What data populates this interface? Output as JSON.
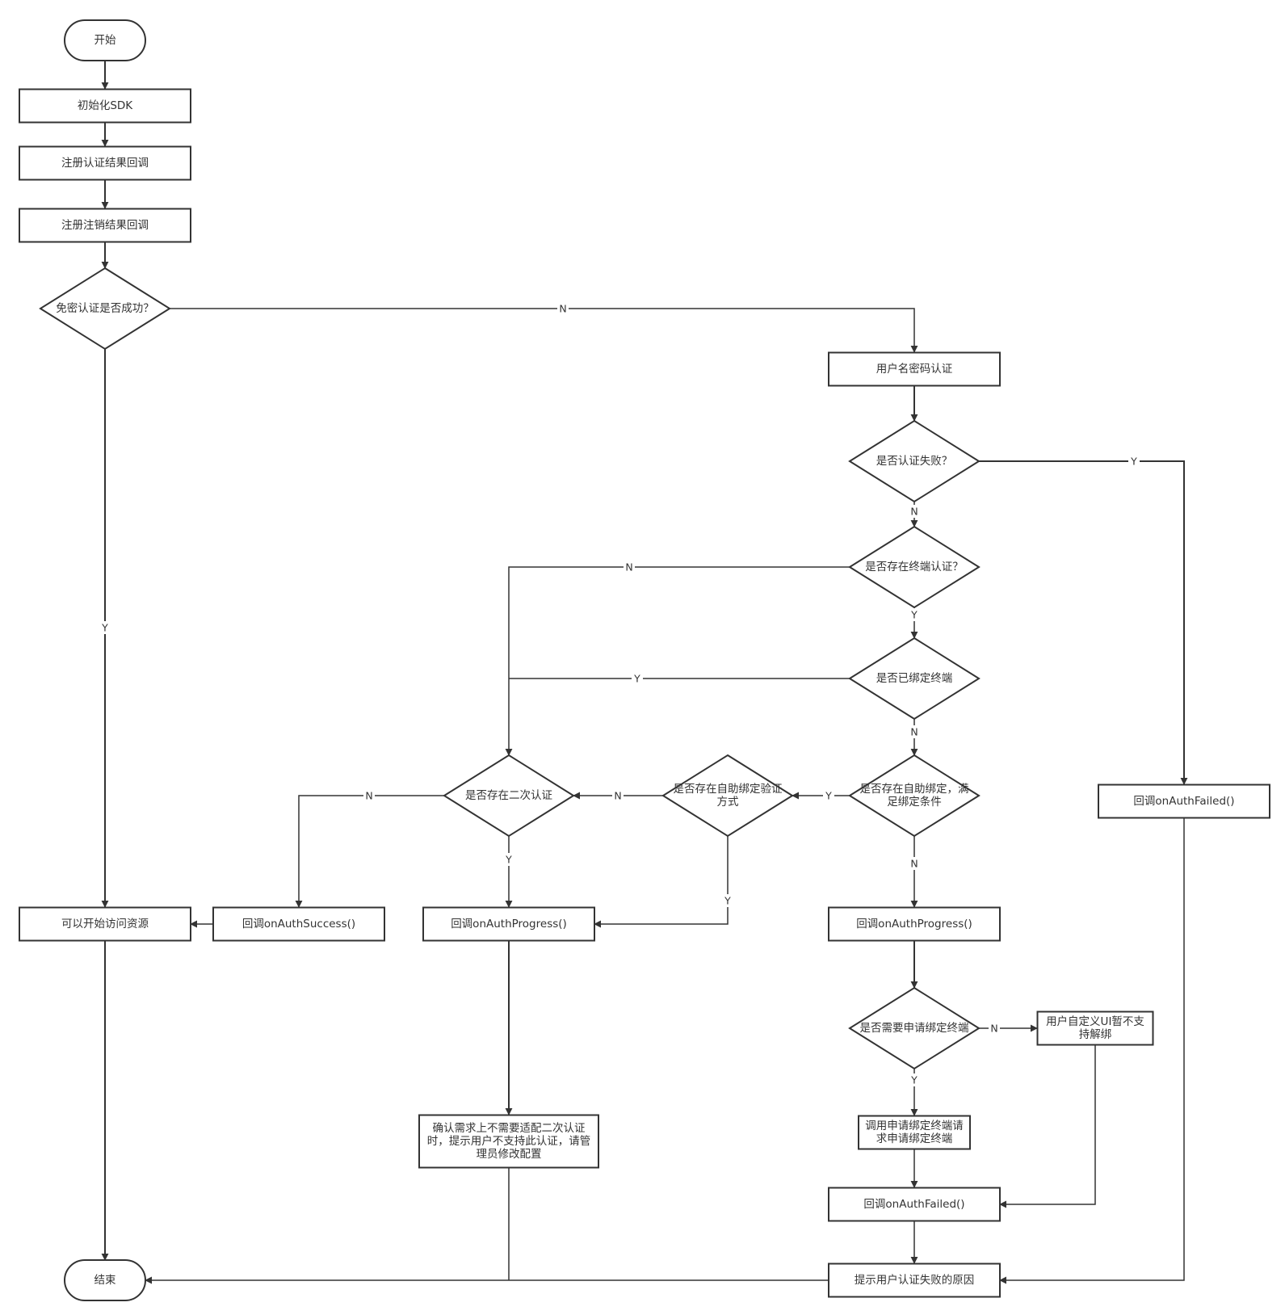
{
  "nodes": [
    {
      "id": "start",
      "text": "开始"
    },
    {
      "id": "init_sdk",
      "text": "初始化SDK"
    },
    {
      "id": "reg_auth_cb",
      "text": "注册认证结果回调"
    },
    {
      "id": "reg_logout_cb",
      "text": "注册注销结果回调"
    },
    {
      "id": "sso_ok",
      "text": "免密认证是否成功？"
    },
    {
      "id": "pwd_auth",
      "text": "用户名密码认证"
    },
    {
      "id": "auth_fail",
      "text": "是否认证失败？"
    },
    {
      "id": "term_auth",
      "text": "是否存在终端认证？"
    },
    {
      "id": "bound",
      "text": "是否已绑定终端"
    },
    {
      "id": "self_bind",
      "text": "是否存在自助绑定，满足绑定条件"
    },
    {
      "id": "self_bind_verify",
      "text": "是否存在自助绑定验证方式"
    },
    {
      "id": "second_auth",
      "text": "是否存在二次认证"
    },
    {
      "id": "failed_right",
      "text": "回调onAuthFailed()"
    },
    {
      "id": "access",
      "text": "可以开始访问资源"
    },
    {
      "id": "success",
      "text": "回调onAuthSuccess()"
    },
    {
      "id": "progress_mid",
      "text": "回调onAuthProgress()"
    },
    {
      "id": "progress_right",
      "text": "回调onAuthProgress()"
    },
    {
      "id": "need_apply",
      "text": "是否需要申请绑定终端"
    },
    {
      "id": "custom_ui",
      "text": "用户自定义UI暂不支持解绑"
    },
    {
      "id": "call_apply",
      "text": "调用申请绑定终端请求申请绑定终端"
    },
    {
      "id": "confirm",
      "text": "确认需求上不需要适配二次认证时，提示用户不支持此认证，请管理员修改配置"
    },
    {
      "id": "failed_bottom",
      "text": "回调onAuthFailed()"
    },
    {
      "id": "show_reason",
      "text": "提示用户认证失败的原因"
    },
    {
      "id": "end",
      "text": "结束"
    }
  ],
  "edges": [
    {
      "from": "start",
      "to": "init_sdk",
      "label": ""
    },
    {
      "from": "init_sdk",
      "to": "reg_auth_cb",
      "label": ""
    },
    {
      "from": "reg_auth_cb",
      "to": "reg_logout_cb",
      "label": ""
    },
    {
      "from": "reg_logout_cb",
      "to": "sso_ok",
      "label": ""
    },
    {
      "from": "sso_ok",
      "to": "pwd_auth",
      "label": "N"
    },
    {
      "from": "sso_ok",
      "to": "access",
      "label": "Y"
    },
    {
      "from": "pwd_auth",
      "to": "auth_fail",
      "label": ""
    },
    {
      "from": "auth_fail",
      "to": "failed_right",
      "label": "Y"
    },
    {
      "from": "auth_fail",
      "to": "term_auth",
      "label": "N"
    },
    {
      "from": "term_auth",
      "to": "second_auth",
      "label": "N"
    },
    {
      "from": "term_auth",
      "to": "bound",
      "label": "Y"
    },
    {
      "from": "bound",
      "to": "second_auth",
      "label": "Y"
    },
    {
      "from": "bound",
      "to": "self_bind",
      "label": "N"
    },
    {
      "from": "self_bind",
      "to": "self_bind_verify",
      "label": "Y"
    },
    {
      "from": "self_bind",
      "to": "progress_right",
      "label": "N"
    },
    {
      "from": "self_bind_verify",
      "to": "second_auth",
      "label": "N"
    },
    {
      "from": "self_bind_verify",
      "to": "progress_mid",
      "label": "Y"
    },
    {
      "from": "second_auth",
      "to": "success",
      "label": "N"
    },
    {
      "from": "second_auth",
      "to": "progress_mid",
      "label": "Y"
    },
    {
      "from": "success",
      "to": "access",
      "label": ""
    },
    {
      "from": "access",
      "to": "end",
      "label": ""
    },
    {
      "from": "progress_mid",
      "to": "confirm",
      "label": ""
    },
    {
      "from": "confirm",
      "to": "end",
      "label": ""
    },
    {
      "from": "progress_right",
      "to": "need_apply",
      "label": ""
    },
    {
      "from": "need_apply",
      "to": "custom_ui",
      "label": "N"
    },
    {
      "from": "need_apply",
      "to": "call_apply",
      "label": "Y"
    },
    {
      "from": "call_apply",
      "to": "failed_bottom",
      "label": ""
    },
    {
      "from": "custom_ui",
      "to": "failed_bottom",
      "label": ""
    },
    {
      "from": "failed_bottom",
      "to": "show_reason",
      "label": ""
    },
    {
      "from": "failed_right",
      "to": "show_reason",
      "label": ""
    },
    {
      "from": "show_reason",
      "to": "end",
      "label": ""
    }
  ]
}
